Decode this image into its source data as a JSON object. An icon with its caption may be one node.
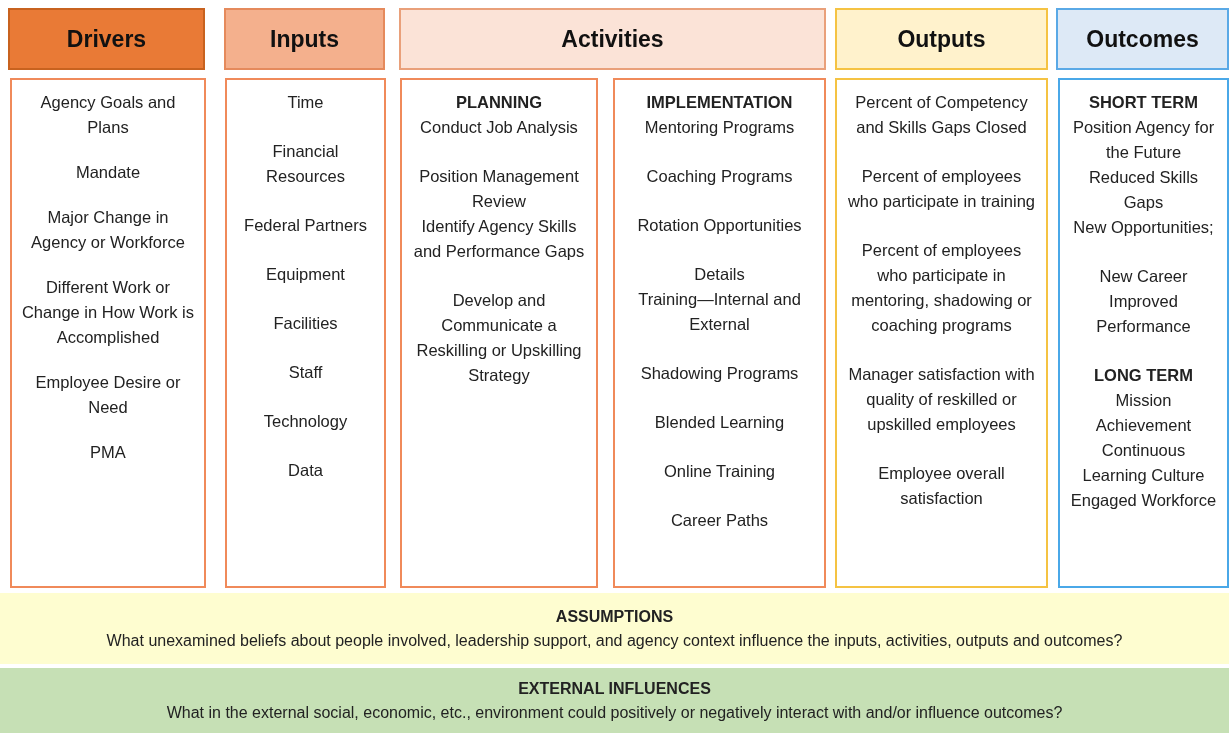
{
  "diagram": {
    "nodes": [
      {
        "text": [
          "Drivers"
        ]
      },
      {
        "text": [
          "Inputs"
        ]
      },
      {
        "text": [
          "Activities"
        ]
      },
      {
        "text": [
          "Outputs"
        ]
      },
      {
        "text": [
          "Outcomes"
        ]
      },
      {
        "text": [
          "Agency Goals and Plans",
          "Mandate",
          "Major Change in Agency or Workforce",
          "Different Work or Change in How Work is Accomplished",
          "Employee Desire or Need",
          "PMA"
        ]
      },
      {
        "text": [
          "Time",
          "Financial Resources",
          "Federal Partners",
          "Equipment",
          "Facilities",
          "Staff",
          "Technology",
          "Data"
        ]
      },
      {
        "text": [
          "PLANNING",
          "Conduct Job Analysis",
          "Position Management Review",
          "Identify Agency Skills and Performance Gaps",
          "Develop and Communicate a Reskilling or Upskilling Strategy"
        ]
      },
      {
        "text": [
          "IMPLEMENTATION",
          "Mentoring Programs",
          "Coaching Programs",
          "Rotation Opportunities",
          "Details",
          "Training—Internal and External",
          "Shadowing Programs",
          "Blended Learning",
          "Online Training",
          "Career Paths"
        ]
      },
      {
        "text": [
          "Percent of Competency and Skills Gaps Closed",
          "Percent of employees who participate in training",
          "Percent of employees who participate in mentoring, shadowing or coaching programs",
          "Manager satisfaction with quality of reskilled or upskilled employees",
          "Employee overall satisfaction"
        ]
      },
      {
        "text": [
          "SHORT TERM",
          "Position Agency for the Future",
          "Reduced Skills Gaps",
          "New Opportunities;",
          "New Career",
          "Improved Performance",
          "LONG TERM",
          "Mission Achievement",
          "Continuous Learning Culture",
          "Engaged Workforce"
        ]
      },
      {
        "text": [
          "ASSUMPTIONS",
          "What unexamined beliefs about people involved, leadership support, and agency context influence the inputs, activities, outputs and outcomes?"
        ]
      },
      {
        "text": [
          "EXTERNAL INFLUENCES",
          "What in the external social, economic, etc., environment could positively or negatively interact with and/or influence outcomes?"
        ]
      }
    ],
    "edges": []
  }
}
